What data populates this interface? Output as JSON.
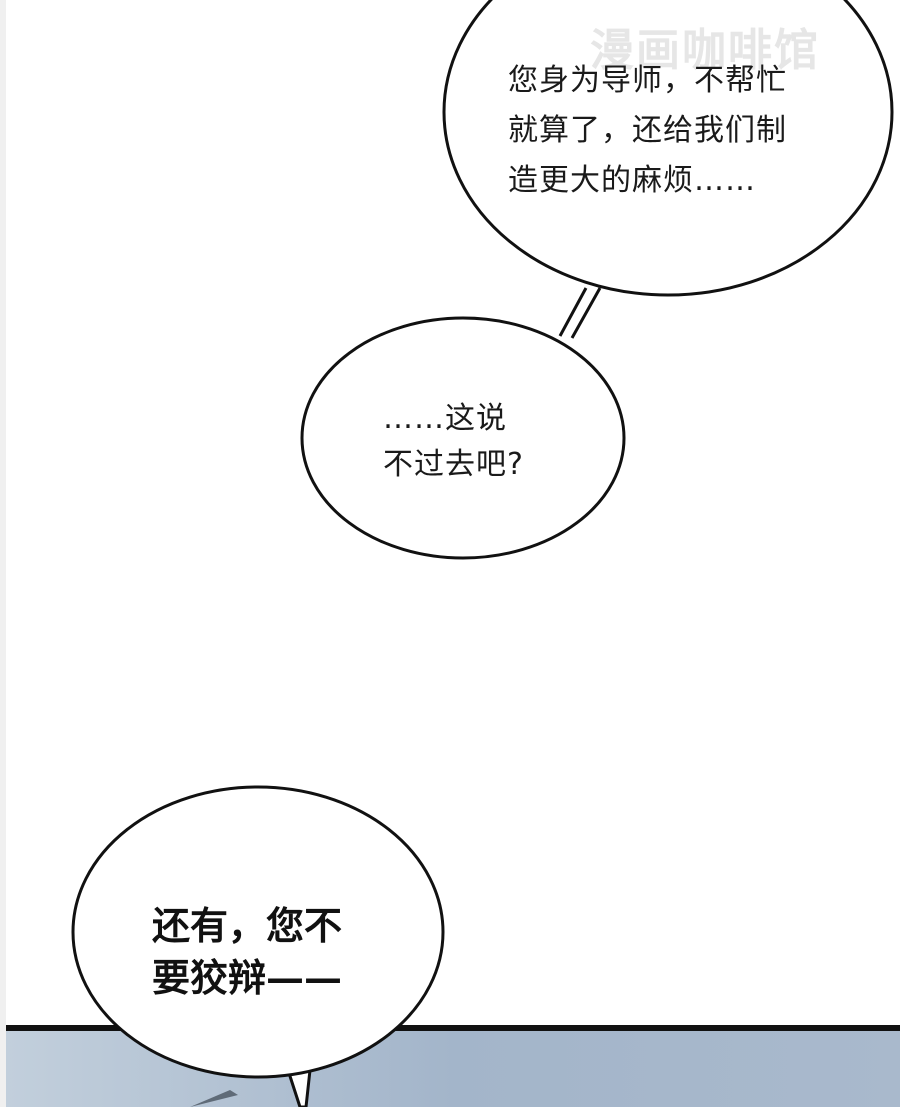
{
  "watermark": "漫画咖啡馆",
  "bubbles": [
    {
      "lines": [
        "您身为导师，不帮忙",
        "就算了，还给我们制",
        "造更大的麻烦……"
      ]
    },
    {
      "lines": [
        "……这说",
        "不过去吧?"
      ]
    },
    {
      "lines": [
        "还有，您不",
        "要狡辩——"
      ]
    }
  ],
  "colors": {
    "panel_sky": "#a7b8cc",
    "border": "#111111"
  }
}
